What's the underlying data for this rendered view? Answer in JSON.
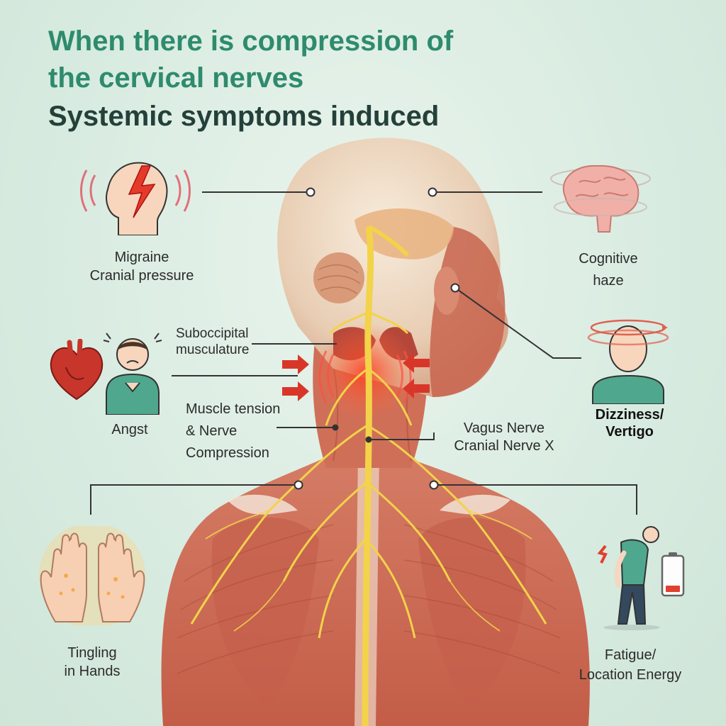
{
  "title": {
    "line1": "When there is compression of",
    "line2": "the cervical nerves",
    "line3": "Systemic symptoms induced"
  },
  "labels": {
    "migraine": {
      "line1": "Migraine",
      "line2": "Cranial pressure"
    },
    "cognitive": {
      "line1": "Cognitive",
      "line2": "haze"
    },
    "suboccipital": {
      "line1": "Suboccipital",
      "line2": "musculature"
    },
    "angst": "Angst",
    "dizziness": {
      "line1": "Dizziness/",
      "line2": "Vertigo"
    },
    "muscle": {
      "line1": "Muscle tension",
      "line2": "& Nerve",
      "line3": "Compression"
    },
    "vagus": {
      "line1": "Vagus Nerve",
      "line2": "Cranial Nerve X"
    },
    "tingling": {
      "line1": "Tingling",
      "line2": "in Hands"
    },
    "fatigue": {
      "line1": "Fatigue/",
      "line2": "Location Energy"
    }
  },
  "colors": {
    "title_green": "#2e8b6e",
    "title_dark": "#24403a",
    "muscle": "#c8644e",
    "nerve": "#f2d34a",
    "pain": "#e53a2a",
    "shirt": "#4fa88e"
  },
  "icons": [
    "headache-icon",
    "brain-icon",
    "heart-icon",
    "anxious-person-icon",
    "dizzy-person-icon",
    "hands-icon",
    "tired-person-icon",
    "low-battery-icon"
  ]
}
